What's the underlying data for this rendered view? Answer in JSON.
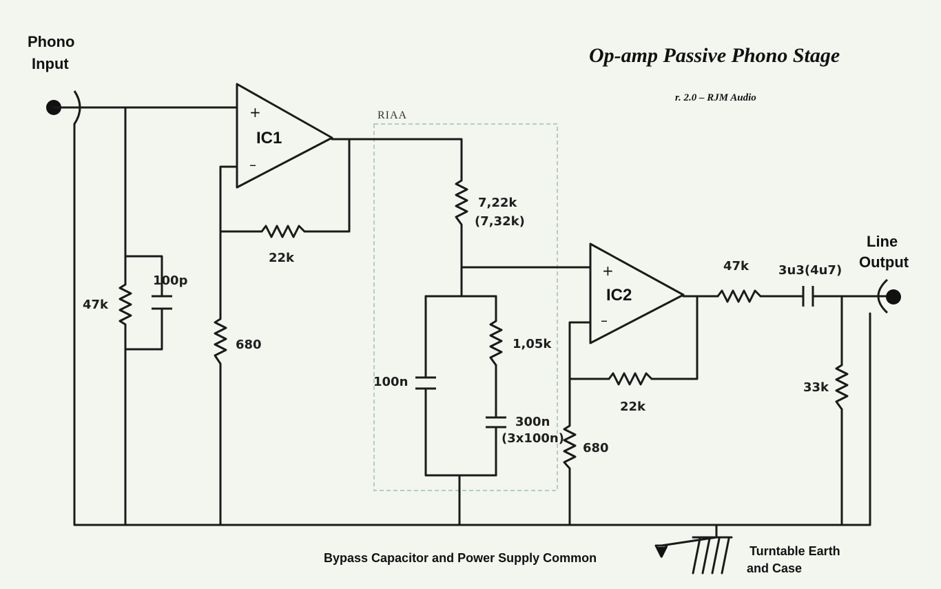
{
  "title": "Op-amp Passive Phono Stage",
  "subtitle": "r. 2.0 – RJM Audio",
  "labels": {
    "phono_input_line1": "Phono",
    "phono_input_line2": "Input",
    "line_output_line1": "Line",
    "line_output_line2": "Output",
    "riaa": "RIAA",
    "bypass": "Bypass Capacitor and Power Supply Common",
    "earth_line1": "Turntable Earth",
    "earth_line2": "and Case"
  },
  "opamps": {
    "ic1": {
      "name": "IC1",
      "plus": "+",
      "minus": "–"
    },
    "ic2": {
      "name": "IC2",
      "plus": "+",
      "minus": "–"
    }
  },
  "components": {
    "r_input": "47k",
    "c_input": "100p",
    "r_ic1_gain": "680",
    "r_ic1_feedback": "22k",
    "r_riaa_series_1": "7,22k",
    "r_riaa_series_2": "(7,32k)",
    "c_riaa_shunt": "100n",
    "r_riaa_shunt": "1,05k",
    "c_riaa_series_1": "300n",
    "c_riaa_series_2": "(3x100n)",
    "r_ic2_gain": "680",
    "r_ic2_feedback": "22k",
    "r_output": "47k",
    "c_output": "3u3(4u7)",
    "r_output_load": "33k"
  }
}
